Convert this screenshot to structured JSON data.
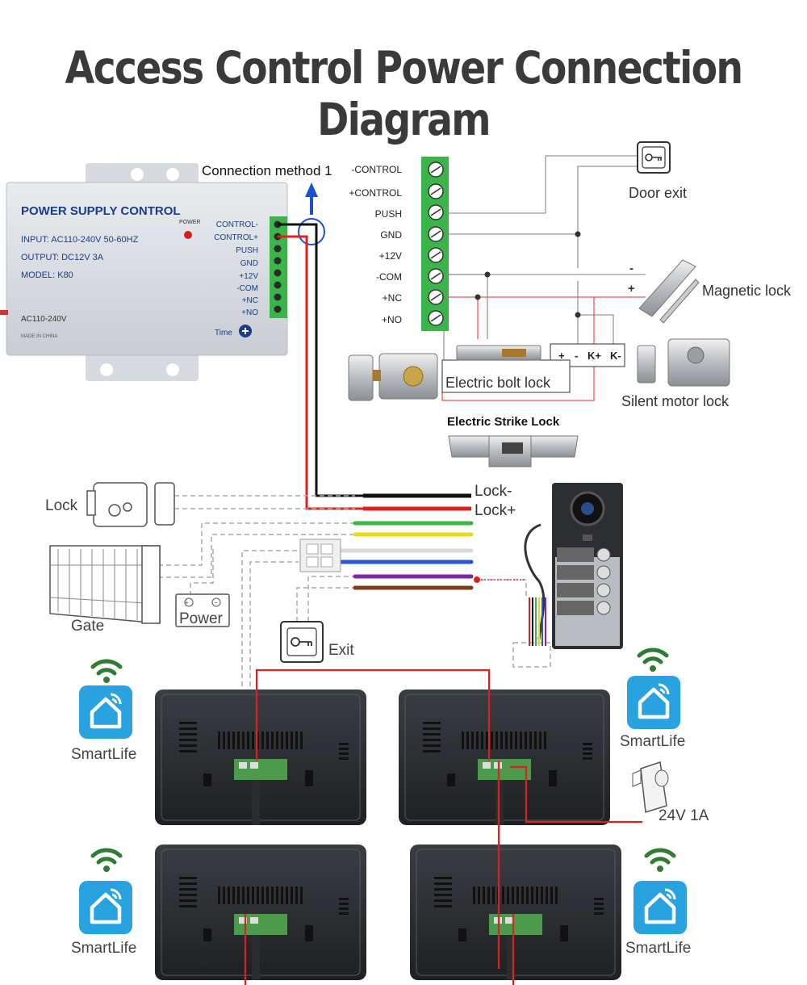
{
  "title": "Access Control Power Connection Diagram",
  "connection_method": "Connection method 1",
  "power_supply": {
    "brand": "POWER SUPPLY CONTROL",
    "input": "INPUT: AC110-240V  50-60HZ",
    "output": "OUTPUT: DC12V  3A",
    "model": "MODEL: K80",
    "power_led": "POWER",
    "ac": "AC110-240V",
    "made": "MADE IN CHINA",
    "time": "Time",
    "terminals": [
      "CONTROL-",
      "CONTROL+",
      "PUSH",
      "GND",
      "+12V",
      "-COM",
      "+NC",
      "+NO"
    ]
  },
  "terminal_block": {
    "labels": [
      "-CONTROL",
      "+CONTROL",
      "PUSH",
      "GND",
      "+12V",
      "-COM",
      "+NC",
      "+NO"
    ]
  },
  "devices": {
    "door_exit": "Door exit",
    "magnetic_lock": "Magnetic lock",
    "minus": "-",
    "plus": "+",
    "electric_bolt_lock": "Electric bolt lock",
    "silent_motor_lock": "Silent motor lock",
    "electric_strike_lock": "Electric Strike Lock",
    "relay_terminals": [
      "+",
      "-",
      "K+",
      "K-"
    ]
  },
  "wiring": {
    "lock": "Lock",
    "lock_minus": "Lock-",
    "lock_plus": "Lock+",
    "gate": "Gate",
    "power": "Power",
    "exit": "Exit"
  },
  "monitors": {
    "app_label": "SmartLife",
    "adapter": "24V 1A"
  },
  "colors": {
    "wire_red": "#e02020",
    "wire_black": "#111111",
    "terminal_green": "#3bb54a",
    "wifi_green": "#2e7d32",
    "app_blue": "#29a3e0"
  }
}
